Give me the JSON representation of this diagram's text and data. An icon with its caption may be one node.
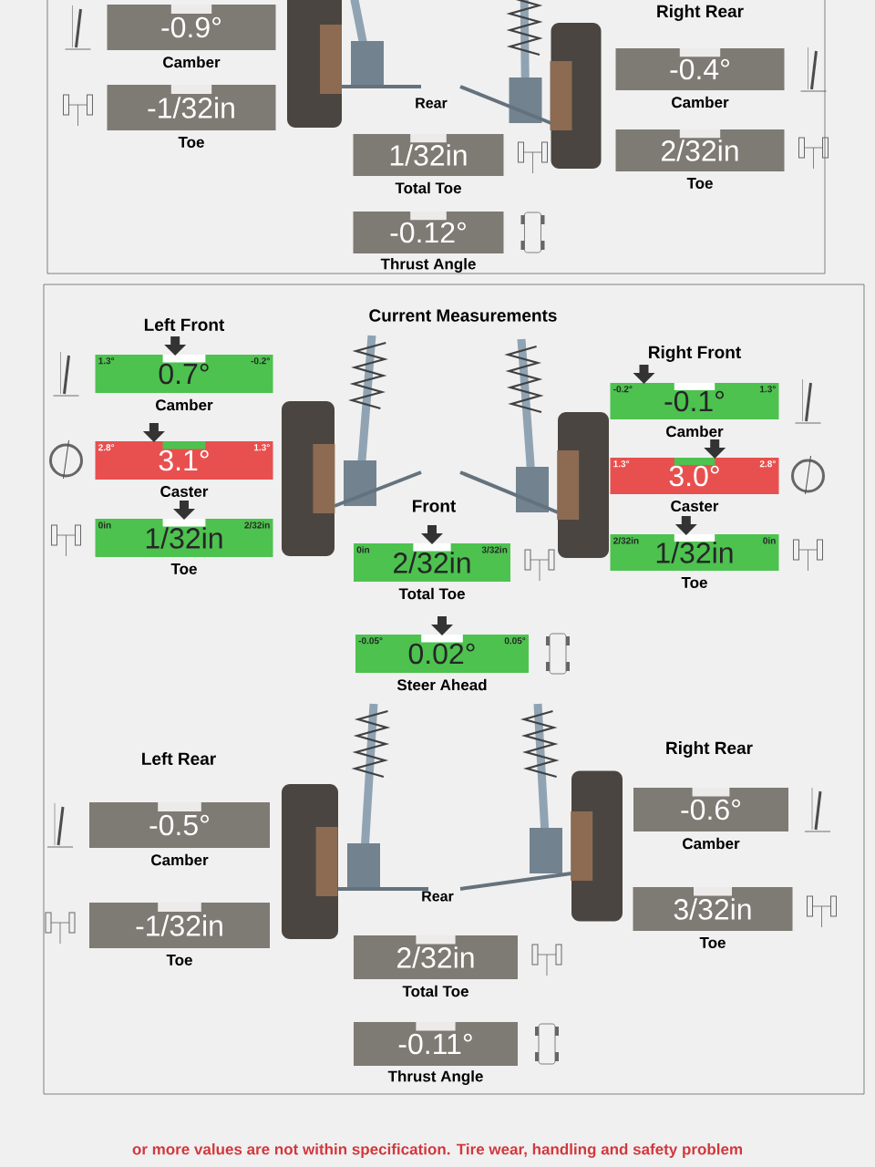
{
  "diagram": {
    "nodes": [
      {
        "text": [],
        "shape": "box"
      },
      {
        "text": [
          "-0.9°"
        ],
        "beside": [
          "Camber"
        ],
        "in": 0
      },
      {
        "text": [
          "-1/32in"
        ],
        "beside": [
          "Toe"
        ],
        "in": 0
      },
      {
        "text": [
          "-0.4°"
        ],
        "beside": [
          "Camber"
        ],
        "in": 0
      },
      {
        "text": [
          "1/32in"
        ],
        "beside": [
          "Total Toe"
        ],
        "in": 0
      },
      {
        "text": [
          "2/32in"
        ],
        "beside": [
          "Toe"
        ],
        "in": 0
      },
      {
        "text": [
          "-0.12°"
        ],
        "beside": [
          "Thrust Angle"
        ],
        "in": 0
      },
      {
        "text": [
          "Current Measurements"
        ]
      },
      {
        "text": [
          "1.3°",
          "-0.2°",
          "0.7°"
        ],
        "beside": [
          "Camber"
        ],
        "in": 7
      },
      {
        "text": [
          "2.8°",
          "1.3°",
          "3.1°"
        ],
        "beside": [
          "Caster"
        ],
        "in": 7
      },
      {
        "text": [
          "0in",
          "2/32in",
          "1/32in"
        ],
        "beside": [
          "Toe"
        ],
        "in": 7
      },
      {
        "text": [
          "-0.2°",
          "1.3°",
          "-0.1°"
        ],
        "beside": [
          "Camber"
        ],
        "in": 7
      },
      {
        "text": [
          "1.3°",
          "2.8°",
          "3.0°"
        ],
        "beside": [
          "Caster"
        ],
        "in": 7
      },
      {
        "text": [
          "2/32in",
          "0in",
          "1/32in"
        ],
        "beside": [
          "Toe"
        ],
        "in": 7
      },
      {
        "text": [
          "0in",
          "3/32in",
          "2/32in"
        ],
        "beside": [
          "Total Toe"
        ],
        "in": 7
      },
      {
        "text": [
          "-0.05°",
          "0.05°",
          "0.02°"
        ],
        "beside": [
          "Steer Ahead"
        ],
        "in": 7
      },
      {
        "text": [
          "-0.5°"
        ],
        "beside": [
          "Camber"
        ],
        "in": 7
      },
      {
        "text": [
          "-1/32in"
        ],
        "beside": [
          "Toe"
        ],
        "in": 7
      },
      {
        "text": [
          "-0.6°"
        ],
        "beside": [
          "Camber"
        ],
        "in": 7
      },
      {
        "text": [
          "3/32in"
        ],
        "beside": [
          "Toe"
        ],
        "in": 7
      },
      {
        "text": [
          "2/32in"
        ],
        "beside": [
          "Total Toe"
        ],
        "in": 7
      },
      {
        "text": [
          "-0.11°"
        ],
        "beside": [
          "Thrust Angle"
        ],
        "in": 7
      }
    ],
    "labels": [
      "Right Rear",
      "Rear",
      "Left Front",
      "Right Front",
      "Front",
      "Left Rear",
      "Right Rear",
      "Rear",
      "or more values are not within specification. Tire wear, handling and safety problem"
    ]
  }
}
